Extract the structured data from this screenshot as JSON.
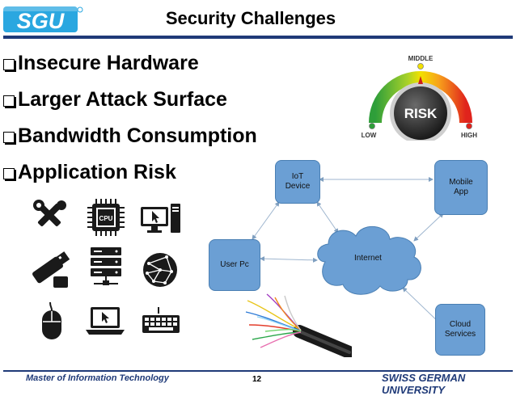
{
  "header": {
    "logo_text": "SGU",
    "title": "Security Challenges"
  },
  "bullets": [
    {
      "label": "Insecure Hardware"
    },
    {
      "label": "Larger Attack Surface"
    },
    {
      "label": "Bandwidth Consumption"
    },
    {
      "label": "Application Risk"
    }
  ],
  "gauge": {
    "center": "RISK",
    "top": "MIDDLE",
    "left": "LOW",
    "right": "HIGH"
  },
  "diagram": {
    "iot": [
      "IoT",
      "Device"
    ],
    "mobile": [
      "Mobile",
      "App"
    ],
    "userpc": "User Pc",
    "internet": "Internet",
    "cloud": [
      "Cloud",
      "Services"
    ]
  },
  "icons": [
    "tools-icon",
    "cpu-icon",
    "computer-click-icon",
    "usb-drive-icon",
    "server-icon",
    "network-globe-icon",
    "mouse-icon",
    "laptop-icon",
    "keyboard-icon"
  ],
  "footer": {
    "left": "Master of Information Technology",
    "page": "12",
    "right": "SWISS GERMAN UNIVERSITY"
  },
  "colors": {
    "brand": "#1f3a78",
    "node": "#6b9fd4"
  }
}
